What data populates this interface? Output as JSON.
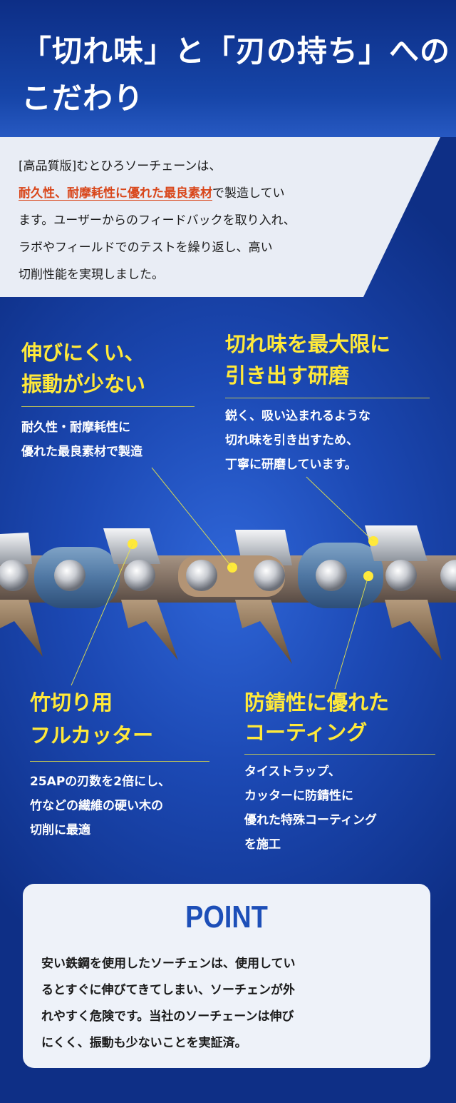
{
  "header": {
    "title_line1": "「切れ味」と「刃の持ち」への",
    "title_line2": "こだわり"
  },
  "intro": {
    "line1": "[高品質版]むとひろソーチェーンは、",
    "highlight": "耐久性、耐摩耗性に優れた最良素材",
    "line2_suffix": "で製造してい",
    "line3": "ます。ユーザーからのフィードバックを取り入れ、",
    "line4": "ラボやフィールドでのテストを繰り返し、高い",
    "line5": "切削性能を実現しました。"
  },
  "features": {
    "stretch": {
      "title1": "伸びにくい、",
      "title2": "振動が少ない",
      "desc1": "耐久性・耐摩耗性に",
      "desc2": "優れた最良素材で製造"
    },
    "sharp": {
      "title1": "切れ味を最大限に",
      "title2": "引き出す研磨",
      "desc1": "鋭く、吸い込まれるような",
      "desc2": "切れ味を引き出すため、",
      "desc3": "丁寧に研磨しています。"
    },
    "bamboo": {
      "title1": "竹切り用",
      "title2": "フルカッター",
      "desc1": "25APの刃数を2倍にし、",
      "desc2": "竹などの繊維の硬い木の",
      "desc3": "切削に最適"
    },
    "coating": {
      "title1": "防錆性に優れた",
      "title2": "コーティング",
      "desc1": "タイストラップ、",
      "desc2": "カッターに防錆性に",
      "desc3": "優れた特殊コーティング",
      "desc4": "を施工"
    }
  },
  "point": {
    "title": "POINT",
    "line1": "安い鉄鋼を使用したソーチェンは、使用してい",
    "line2": "るとすぐに伸びてきてしまい、ソーチェンが外",
    "line3": "れやすく危険です。当社のソーチェーンは伸び",
    "line4": "にくく、振動も少ないことを実証済。"
  },
  "colors": {
    "accent_yellow": "#ffe93a",
    "highlight_orange": "#d9461a",
    "point_blue": "#1d4fb8"
  }
}
